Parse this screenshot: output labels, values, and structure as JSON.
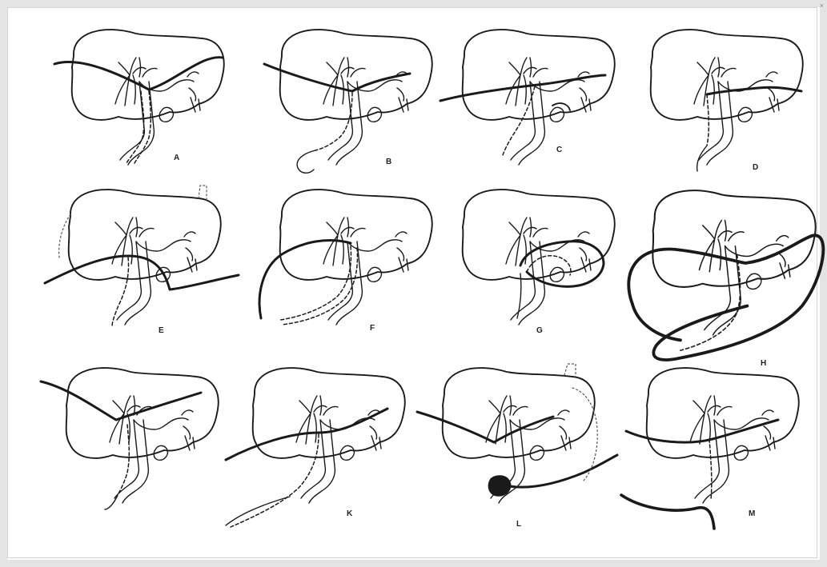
{
  "figure": {
    "panel_labels": [
      "A",
      "B",
      "C",
      "D",
      "E",
      "F",
      "G",
      "H",
      "",
      "K",
      "L",
      "M"
    ],
    "corner_mark": "×"
  }
}
